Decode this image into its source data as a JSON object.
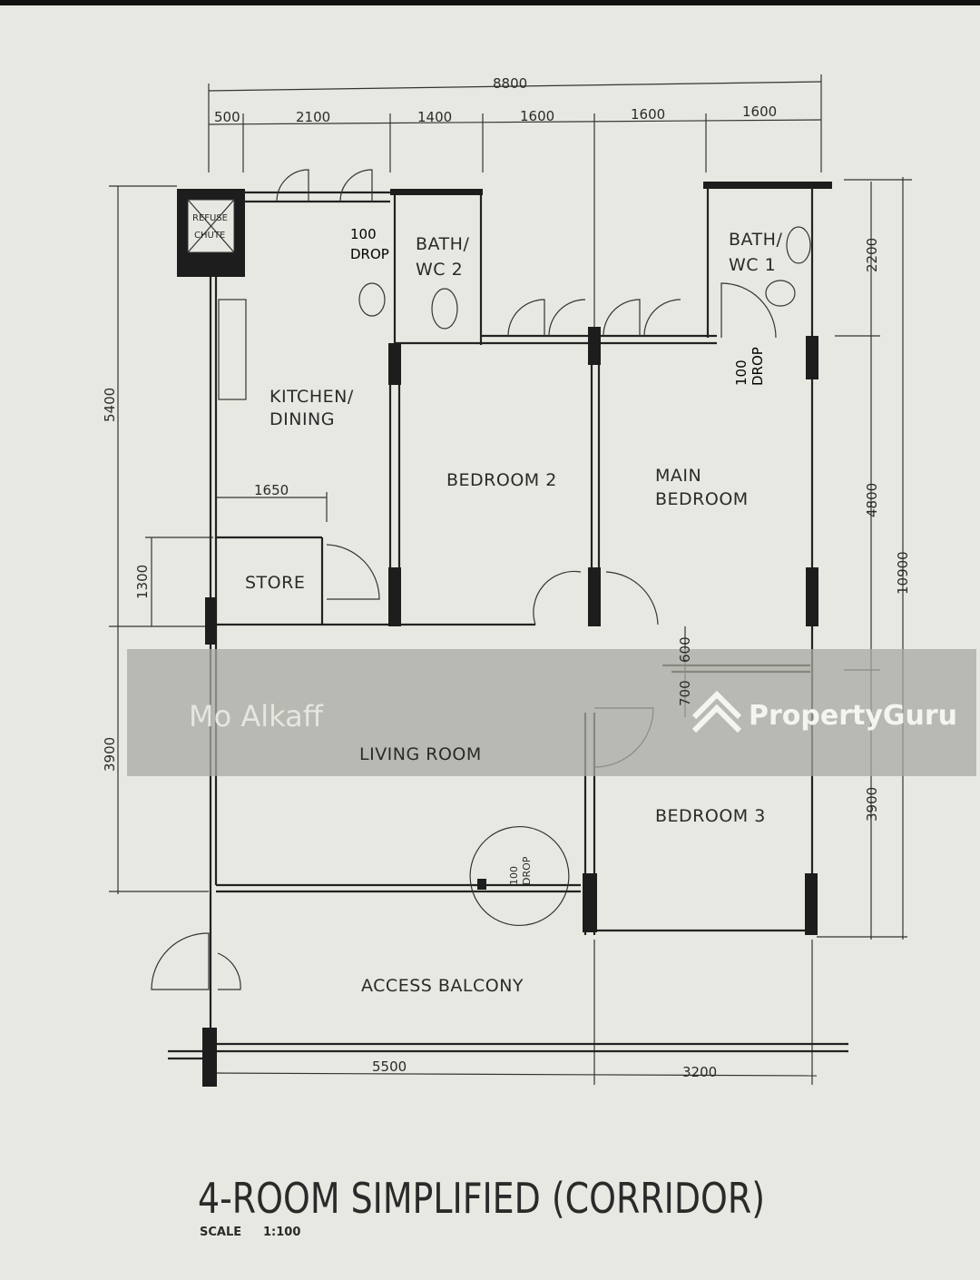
{
  "title": "4-ROOM SIMPLIFIED (CORRIDOR)",
  "scale_label": "SCALE",
  "scale_value": "1:100",
  "rooms": {
    "refuse_chute": [
      "REFUSE",
      "CHUTE"
    ],
    "bath_wc_2": [
      "BATH/",
      "WC 2"
    ],
    "bath_wc_1": [
      "BATH/",
      "WC 1"
    ],
    "kitchen": [
      "KITCHEN/",
      "DINING"
    ],
    "bedroom_2": "BEDROOM 2",
    "main_bedroom": [
      "MAIN",
      "BEDROOM"
    ],
    "store": "STORE",
    "living_room": "LIVING ROOM",
    "bedroom_3": "BEDROOM 3",
    "access_balcony": "ACCESS BALCONY"
  },
  "drops": {
    "kitchen_drop": [
      "100",
      "DROP"
    ],
    "bath1_drop": [
      "100",
      "DROP"
    ],
    "living_drop": [
      "100",
      "DROP"
    ]
  },
  "dimensions": {
    "overall_width": "8800",
    "top": [
      "500",
      "2100",
      "1400",
      "1600",
      "1600",
      "1600"
    ],
    "left": [
      "5400",
      "3900"
    ],
    "store_height": "1300",
    "store_width": "1650",
    "right": [
      "2200",
      "4800",
      "3900"
    ],
    "overall_depth": "10900",
    "small": [
      "600",
      "700"
    ],
    "bottom": [
      "5500",
      "3200"
    ]
  },
  "watermarks": {
    "agent": "Mo Alkaff",
    "brand": "PropertyGuru"
  },
  "colors": {
    "paper": "#e8e8e2",
    "ink": "#1d1d1d",
    "band": "#a9a9a3"
  }
}
